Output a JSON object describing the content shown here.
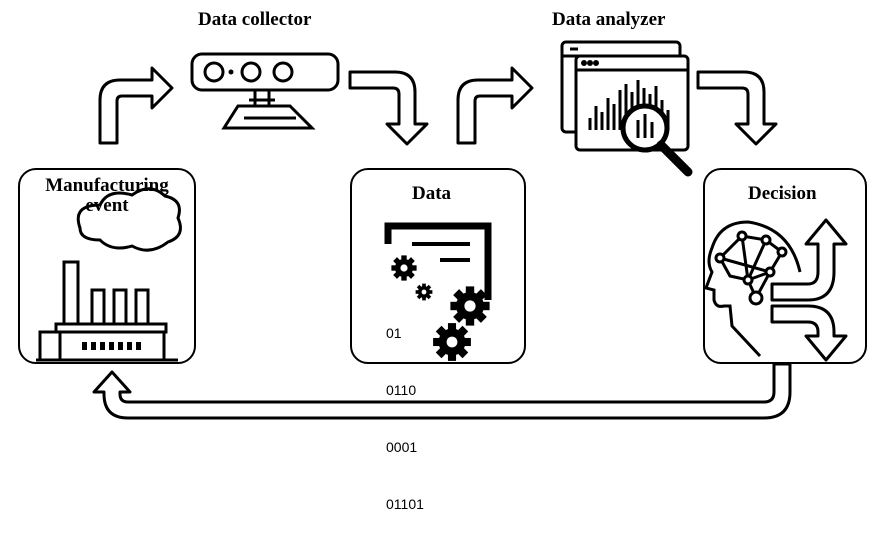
{
  "labels": {
    "collector": "Data collector",
    "analyzer": "Data analyzer",
    "event_line1": "Manufacturing",
    "event_line2": "event",
    "data": "Data",
    "decision": "Decision"
  },
  "binary_lines": [
    "01",
    "0110",
    "0001",
    "01101"
  ],
  "colors": {
    "stroke": "#000000",
    "background": "#ffffff"
  },
  "icons": [
    "factory-icon",
    "sensor-device-icon",
    "document-gears-icon",
    "dashboard-magnifier-icon",
    "head-network-icon",
    "split-arrows-icon",
    "curved-arrow-icon"
  ]
}
